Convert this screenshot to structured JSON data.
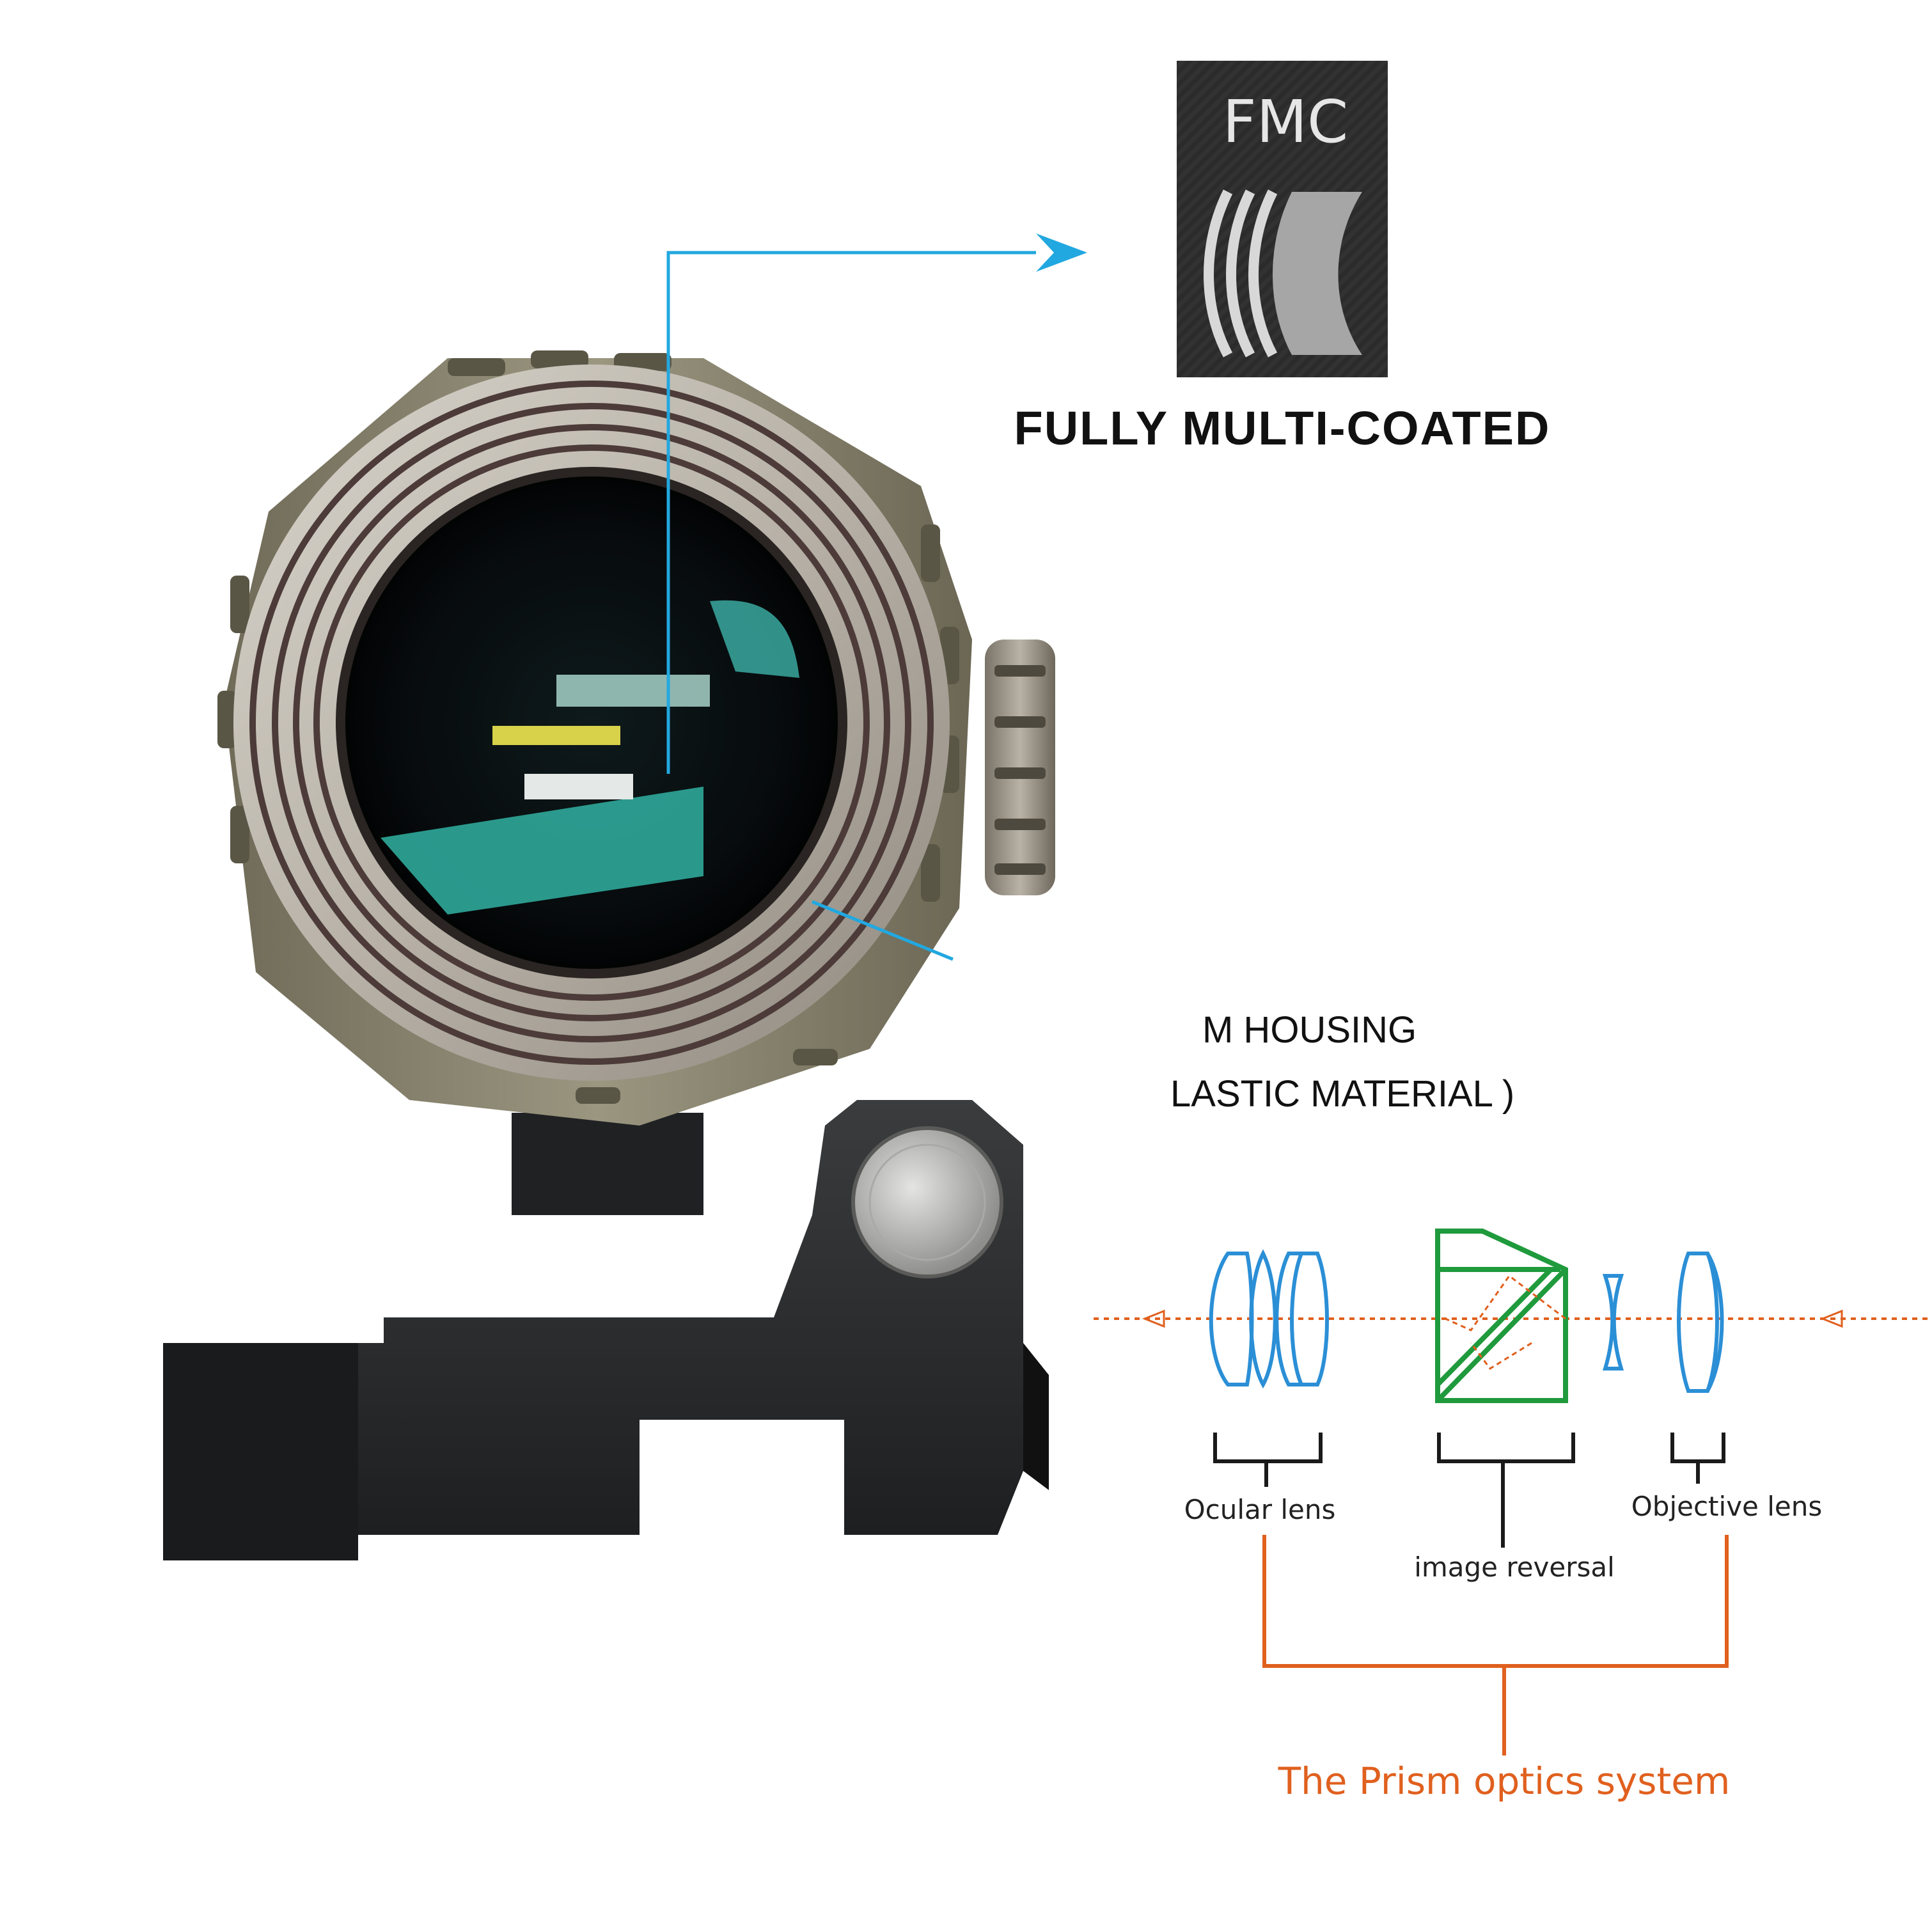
{
  "fmc_badge": {
    "label": "FMC",
    "caption": "FULLY MULTI-COATED"
  },
  "housing_callout": {
    "line1": "M HOUSING",
    "line2": "LASTIC MATERIAL )"
  },
  "prism_diagram": {
    "ocular_label": "Ocular lens",
    "reversal_label": "image reversal",
    "objective_label": "Objective lens",
    "system_label": "The Prism optics system"
  },
  "colors": {
    "callout_blue": "#22a8e0",
    "lens_blue": "#2b8fd6",
    "prism_green": "#1f9a3c",
    "ray_orange": "#e0601e",
    "bracket_dark": "#1a1a1a",
    "housing_tan": "#8e8a72",
    "mount_black": "#2a2c2e"
  }
}
